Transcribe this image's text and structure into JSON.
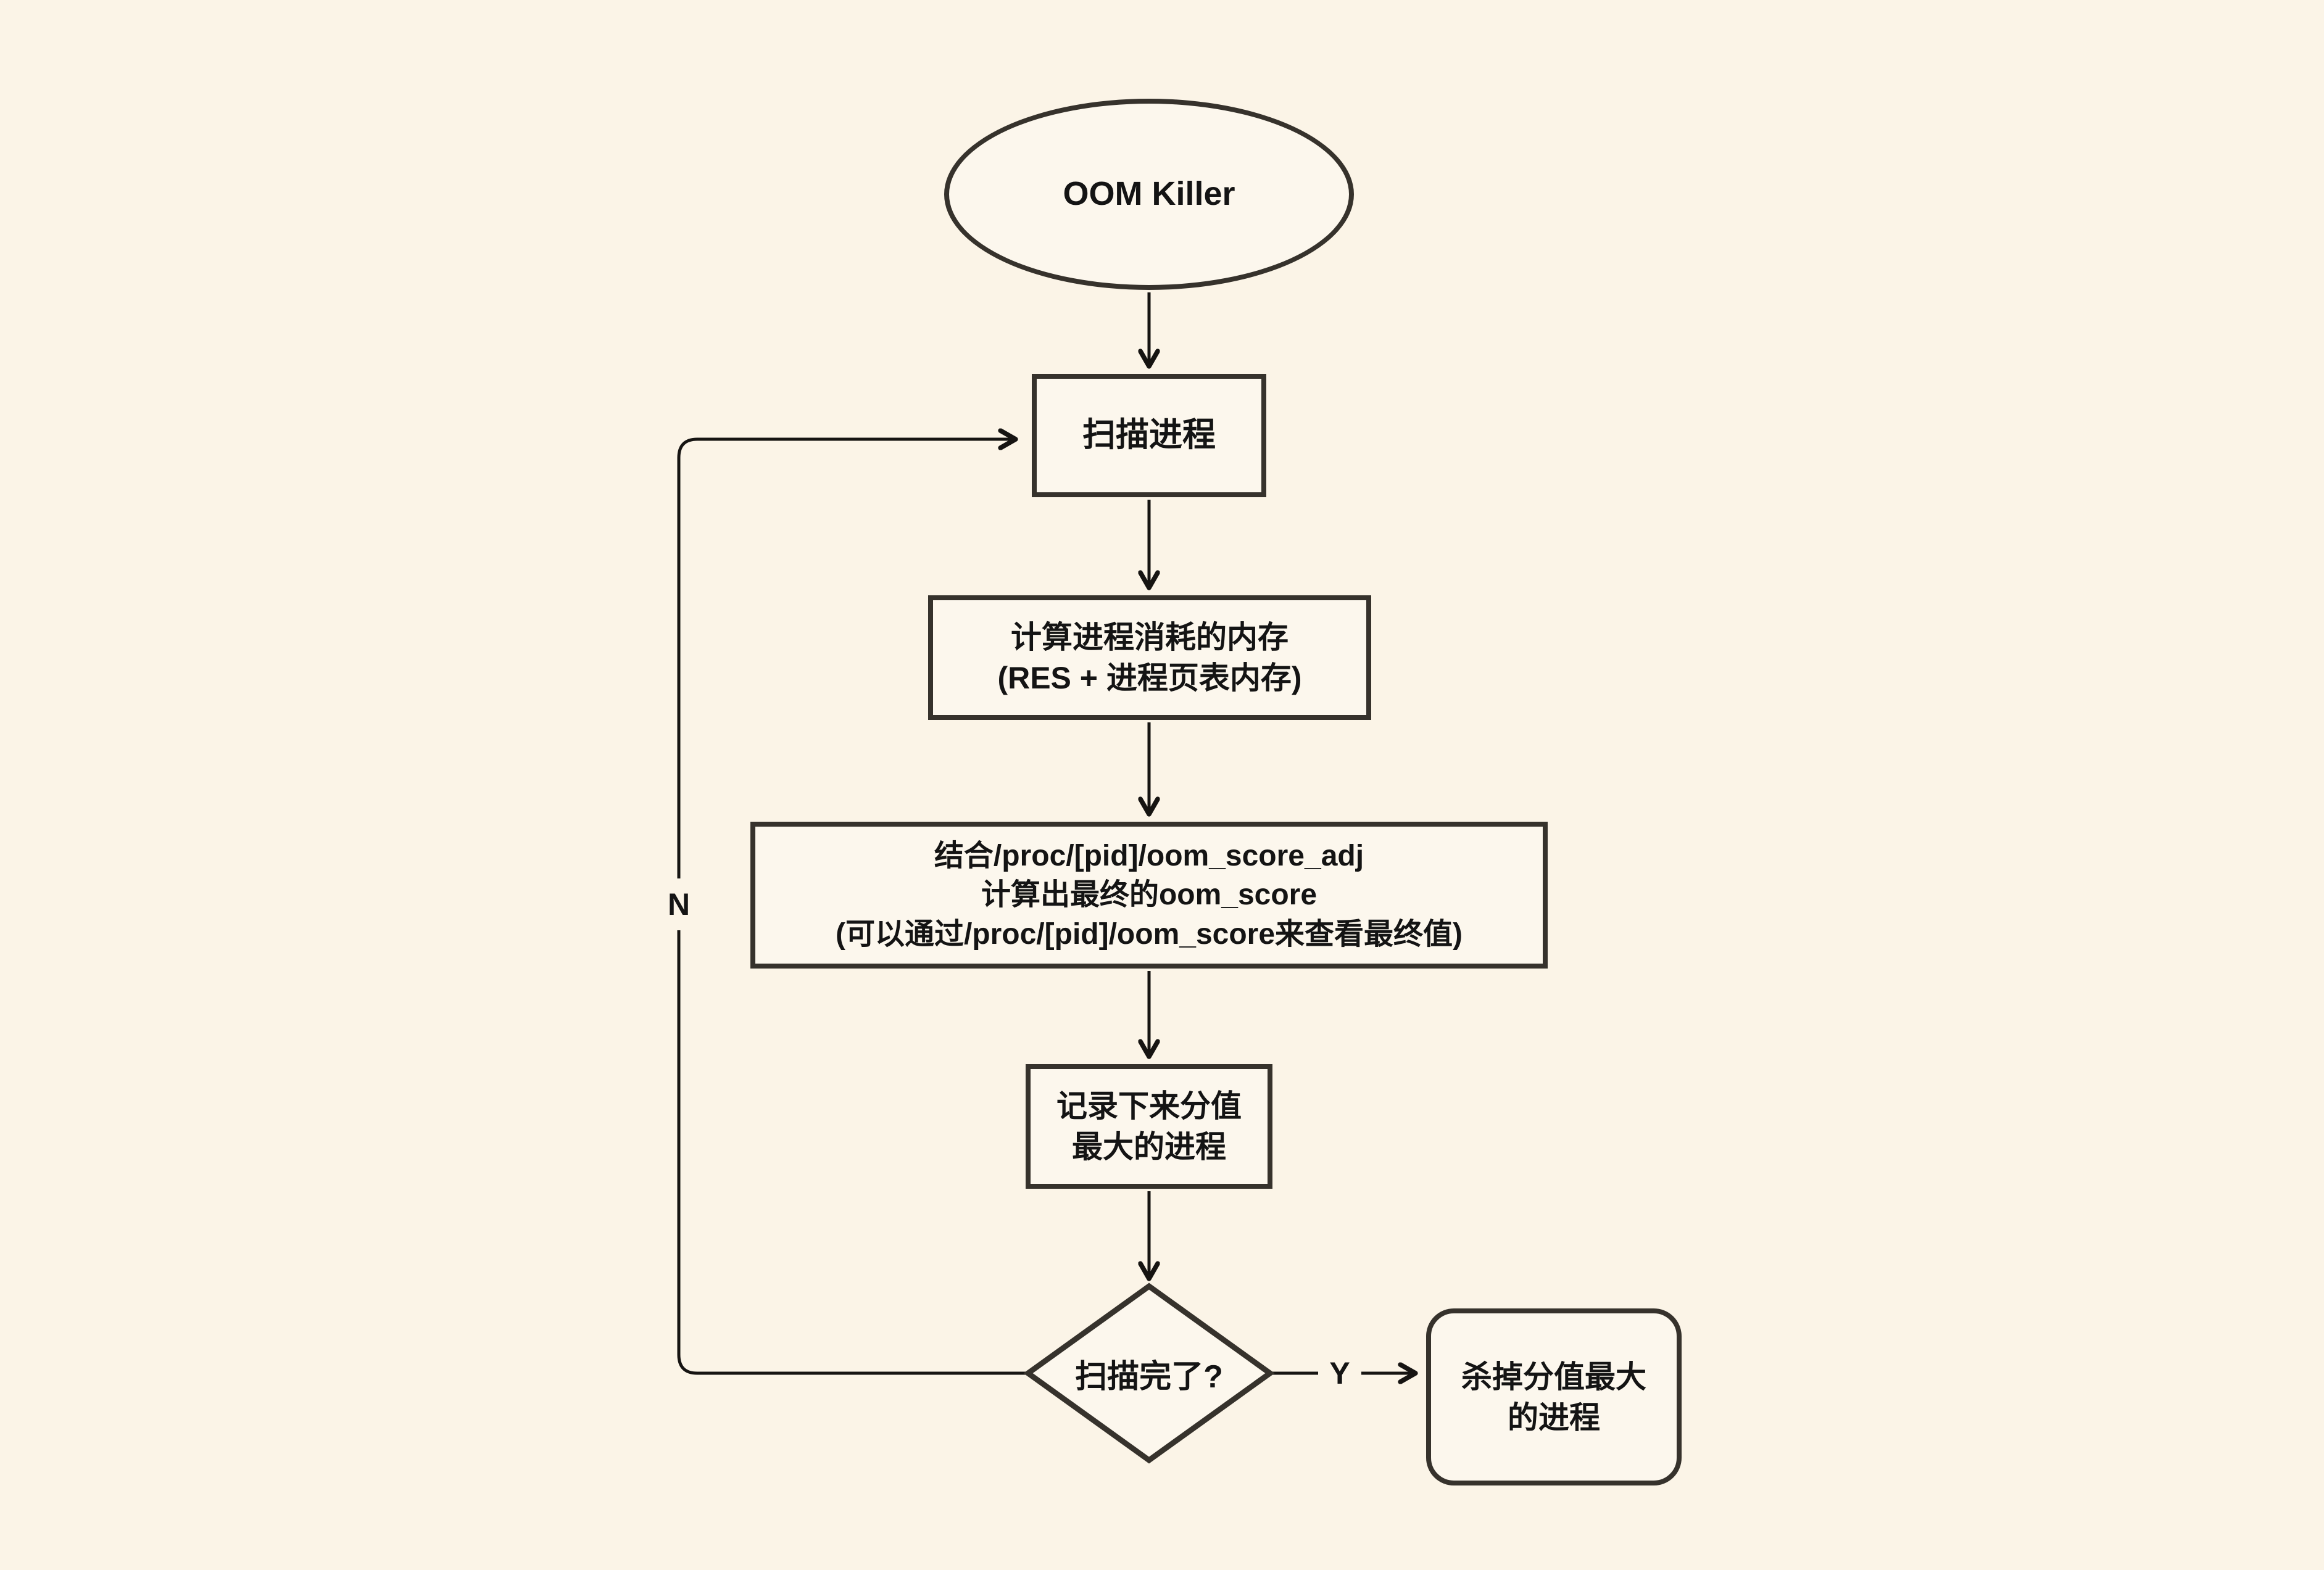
{
  "diagram": {
    "title": "OOM Killer flowchart",
    "colors": {
      "background": "#FBF4E7",
      "shape_fill": "#FCF7ED",
      "shape_border": "#36322C",
      "connector": "#161412",
      "text": "#141414"
    },
    "nodes": {
      "start": {
        "type": "ellipse",
        "label": "OOM Killer"
      },
      "scan": {
        "type": "process",
        "label": "扫描进程"
      },
      "calc_mem": {
        "type": "process",
        "label": "计算进程消耗的内存\n(RES + 进程页表内存)"
      },
      "calc_score": {
        "type": "process",
        "label": "结合/proc/[pid]/oom_score_adj\n计算出最终的oom_score\n(可以通过/proc/[pid]/oom_score来查看最终值)"
      },
      "record": {
        "type": "process",
        "label": "记录下来分值\n最大的进程"
      },
      "decision": {
        "type": "decision",
        "label": "扫描完了?"
      },
      "kill": {
        "type": "terminal",
        "label": "杀掉分值最大\n的进程"
      }
    },
    "edges": {
      "start_to_scan": {
        "from": "start",
        "to": "scan",
        "label": ""
      },
      "scan_to_calc_mem": {
        "from": "scan",
        "to": "calc_mem",
        "label": ""
      },
      "calc_mem_to_calc_score": {
        "from": "calc_mem",
        "to": "calc_score",
        "label": ""
      },
      "calc_score_to_record": {
        "from": "calc_score",
        "to": "record",
        "label": ""
      },
      "record_to_decision": {
        "from": "record",
        "to": "decision",
        "label": ""
      },
      "decision_yes": {
        "from": "decision",
        "to": "kill",
        "label": "Y"
      },
      "decision_no_loop": {
        "from": "decision",
        "to": "scan",
        "label": "N"
      }
    }
  }
}
